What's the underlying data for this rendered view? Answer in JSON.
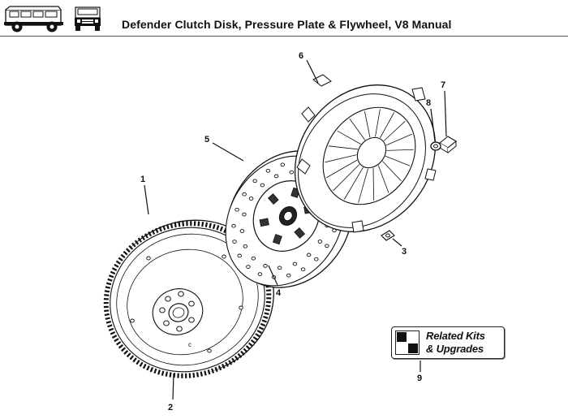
{
  "header": {
    "title": "Defender Clutch Disk, Pressure Plate & Flywheel, V8 Manual",
    "vehicle_icons": [
      "defender-110-side-icon",
      "defender-front-icon"
    ]
  },
  "diagram": {
    "callouts": [
      "1",
      "2",
      "3",
      "4",
      "5",
      "6",
      "7",
      "8",
      "9"
    ],
    "parts": [
      "flywheel",
      "dowel",
      "spigot-bolt",
      "clutch-disk",
      "pressure-plate",
      "bolt",
      "washer"
    ]
  },
  "related_kits": {
    "line1": "Related Kits",
    "line2": "& Upgrades"
  }
}
